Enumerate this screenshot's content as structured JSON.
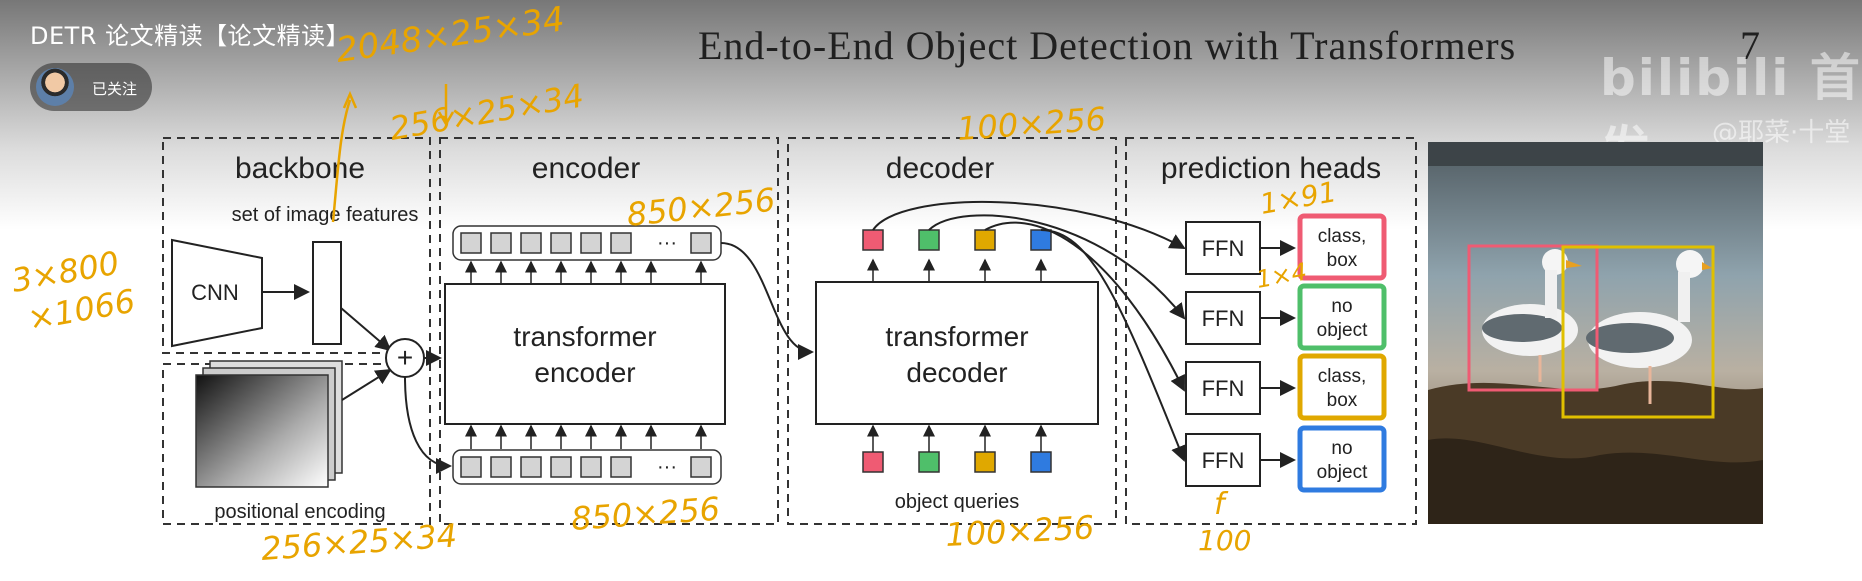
{
  "video": {
    "title": "DETR 论文精读【论文精读】",
    "follow_label": "已关注"
  },
  "slide": {
    "title": "End-to-End Object Detection with Transformers",
    "page_number": "7"
  },
  "watermark": {
    "logo_text": "bilibili 首发",
    "sub_text": "@耶菜·十堂"
  },
  "diagram": {
    "backbone": {
      "title": "backbone",
      "features_label": "set of image features",
      "cnn_label": "CNN",
      "pos_enc_label": "positional encoding"
    },
    "encoder": {
      "title": "encoder",
      "block_line1": "transformer",
      "block_line2": "encoder",
      "ellipsis": "···"
    },
    "decoder": {
      "title": "decoder",
      "block_line1": "transformer",
      "block_line2": "decoder",
      "queries_label": "object queries",
      "query_colors": [
        "#ef5b73",
        "#4fbf6a",
        "#e0a800",
        "#2f7be0"
      ]
    },
    "heads": {
      "title": "prediction heads",
      "ffn_label": "FFN",
      "outputs": [
        {
          "line1": "class,",
          "line2": "box",
          "color": "#ef5b73"
        },
        {
          "line1": "no",
          "line2": "object",
          "color": "#4fbf6a"
        },
        {
          "line1": "class,",
          "line2": "box",
          "color": "#e0a800"
        },
        {
          "line1": "no",
          "line2": "object",
          "color": "#2f7be0"
        }
      ]
    },
    "plus_symbol": "+"
  },
  "annotations": {
    "backbone_out": "2048×25×34",
    "proj": "256×25×34",
    "input": "3×800",
    "input2": "×1066",
    "enc_top": "850×256",
    "enc_bottom": "850×256",
    "pos": "256×25×34",
    "dec_top": "100×256",
    "dec_bottom": "100×256",
    "head_cls": "1×91",
    "head_box": "1×4",
    "head_f": "f",
    "head_100": "100"
  },
  "photo": {
    "box_colors": [
      "#ef5b73",
      "#e0c000"
    ]
  }
}
